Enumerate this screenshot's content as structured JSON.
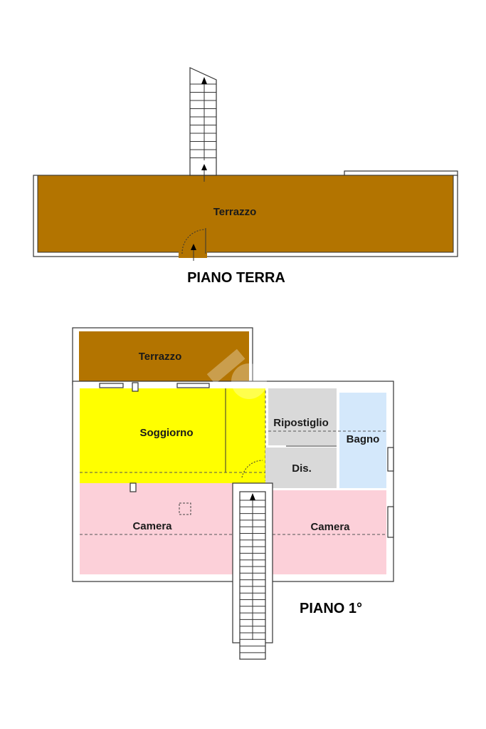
{
  "ground_floor": {
    "title": "PIANO TERRA",
    "rooms": [
      {
        "label": "Terrazzo"
      }
    ]
  },
  "first_floor": {
    "title": "PIANO 1°",
    "rooms": [
      {
        "label": "Terrazzo"
      },
      {
        "label": "Soggiorno"
      },
      {
        "label": "Ripostiglio"
      },
      {
        "label": "Bagno"
      },
      {
        "label": "Dis."
      },
      {
        "label": "Camera"
      },
      {
        "label": "Camera"
      }
    ]
  },
  "colors": {
    "terrace": "#b37400",
    "living": "#ffff00",
    "storage": "#d9d9d9",
    "bath": "#d4e8fb",
    "bedroom": "#fcd0d9"
  }
}
